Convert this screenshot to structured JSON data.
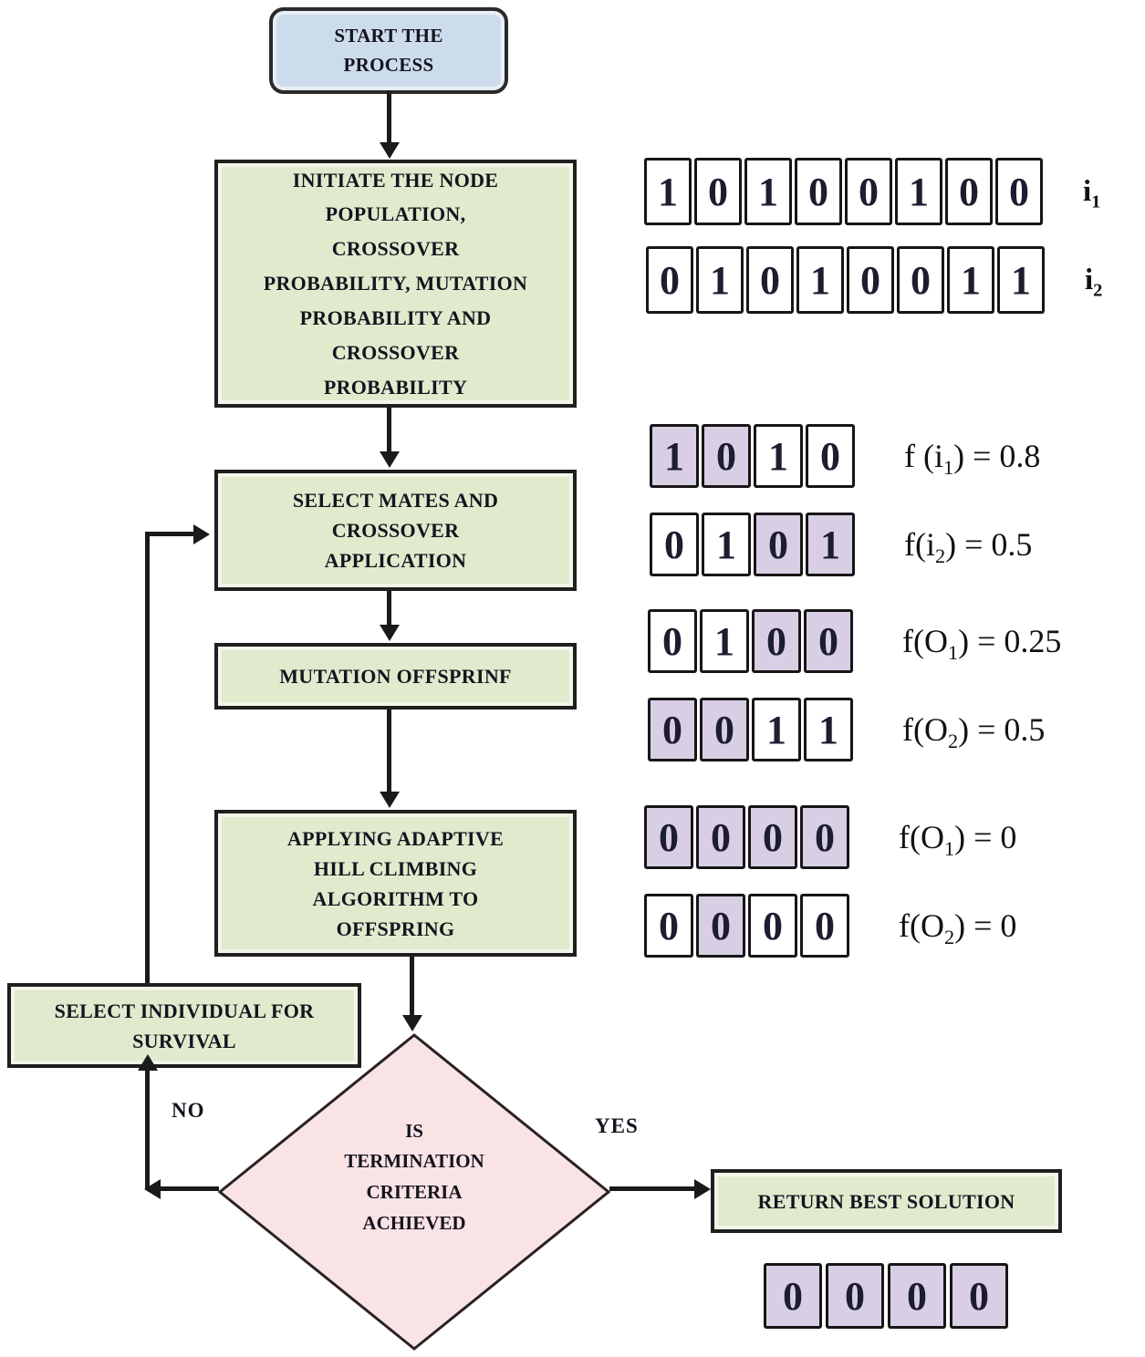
{
  "colors": {
    "start_fill": "#ccdcec",
    "process_fill": "#e0ebce",
    "decision_fill": "#fae3e5",
    "cell_shaded": "#d9cfe4",
    "cell_white": "#ffffff",
    "line": "#1a1a1a",
    "ink": "#14141e"
  },
  "flowchart": {
    "start": "START THE\nPROCESS",
    "initiate": "INITIATE THE NODE\nPOPULATION,\nCROSSOVER\nPROBABILITY, MUTATION\nPROBABILITY AND\nCROSSOVER\nPROBABILITY",
    "select_mates": "SELECT MATES AND\nCROSSOVER\nAPPLICATION",
    "mutation": "MUTATION OFFSPRINF",
    "hill_climbing": "APPLYING ADAPTIVE\nHILL CLIMBING\nALGORITHM TO\nOFFSPRING",
    "select_individual": "SELECT INDIVIDUAL FOR\nSURVIVAL",
    "decision": "IS\nTERMINATION\nCRITERIA\nACHIEVED",
    "return_best": "RETURN BEST SOLUTION",
    "no_label": "NO",
    "yes_label": "YES"
  },
  "binary_rows": [
    {
      "name": "individual-i1",
      "bits": [
        "1",
        "0",
        "1",
        "0",
        "0",
        "1",
        "0",
        "0"
      ],
      "shaded": [],
      "label": {
        "pre": "i",
        "sub": "1",
        "post": ""
      }
    },
    {
      "name": "individual-i2",
      "bits": [
        "0",
        "1",
        "0",
        "1",
        "0",
        "0",
        "1",
        "1"
      ],
      "shaded": [],
      "label": {
        "pre": "i",
        "sub": "2",
        "post": ""
      }
    },
    {
      "name": "fitness-i1",
      "bits": [
        "1",
        "0",
        "1",
        "0"
      ],
      "shaded": [
        0,
        1
      ],
      "label": {
        "pre": "f (i",
        "sub": "1",
        "post": ") = 0.8"
      }
    },
    {
      "name": "fitness-i2",
      "bits": [
        "0",
        "1",
        "0",
        "1"
      ],
      "shaded": [
        2,
        3
      ],
      "label": {
        "pre": "f(i",
        "sub": "2",
        "post": ") = 0.5"
      }
    },
    {
      "name": "offspring-o1",
      "bits": [
        "0",
        "1",
        "0",
        "0"
      ],
      "shaded": [
        2,
        3
      ],
      "label": {
        "pre": "f(O",
        "sub": "1",
        "post": ") = 0.25"
      }
    },
    {
      "name": "offspring-o2",
      "bits": [
        "0",
        "0",
        "1",
        "1"
      ],
      "shaded": [
        0,
        1
      ],
      "label": {
        "pre": "f(O",
        "sub": "2",
        "post": ") = 0.5"
      }
    },
    {
      "name": "hillclimb-o1",
      "bits": [
        "0",
        "0",
        "0",
        "0"
      ],
      "shaded": [
        0,
        1,
        2,
        3
      ],
      "label": {
        "pre": "f(O",
        "sub": "1",
        "post": ") = 0"
      }
    },
    {
      "name": "hillclimb-o2",
      "bits": [
        "0",
        "0",
        "0",
        "0"
      ],
      "shaded": [
        1
      ],
      "label": {
        "pre": "f(O",
        "sub": "2",
        "post": ") = 0"
      }
    },
    {
      "name": "best-solution",
      "bits": [
        "0",
        "0",
        "0",
        "0"
      ],
      "shaded": [
        0,
        1,
        2,
        3
      ],
      "label": null
    }
  ]
}
